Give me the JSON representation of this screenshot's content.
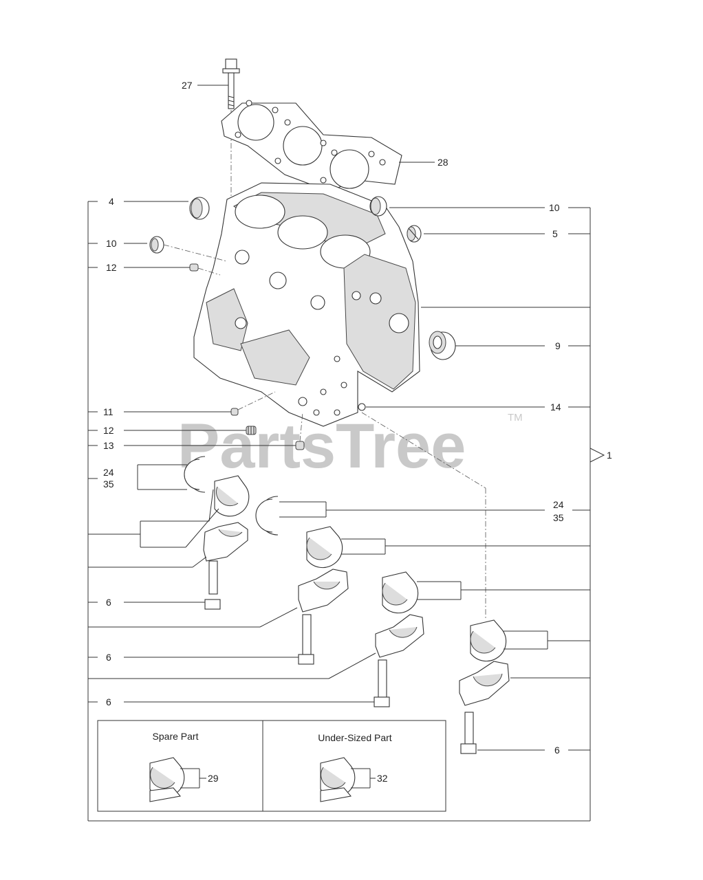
{
  "watermark": {
    "text": "PartsTree",
    "trademark": "TM"
  },
  "labels": {
    "l27": "27",
    "l28": "28",
    "l4": "4",
    "l10a": "10",
    "l12a": "12",
    "l10b": "10",
    "l5": "5",
    "l9": "9",
    "l14": "14",
    "l11": "11",
    "l12b": "12",
    "l13": "13",
    "l24a": "24",
    "l35a": "35",
    "l24b": "24",
    "l35b": "35",
    "l1": "1",
    "l6a": "6",
    "l6b": "6",
    "l6c": "6",
    "l6d": "6",
    "l29": "29",
    "l32": "32"
  },
  "boxes": {
    "spare_title": "Spare  Part",
    "undersized_title": "Under-Sized  Part"
  }
}
